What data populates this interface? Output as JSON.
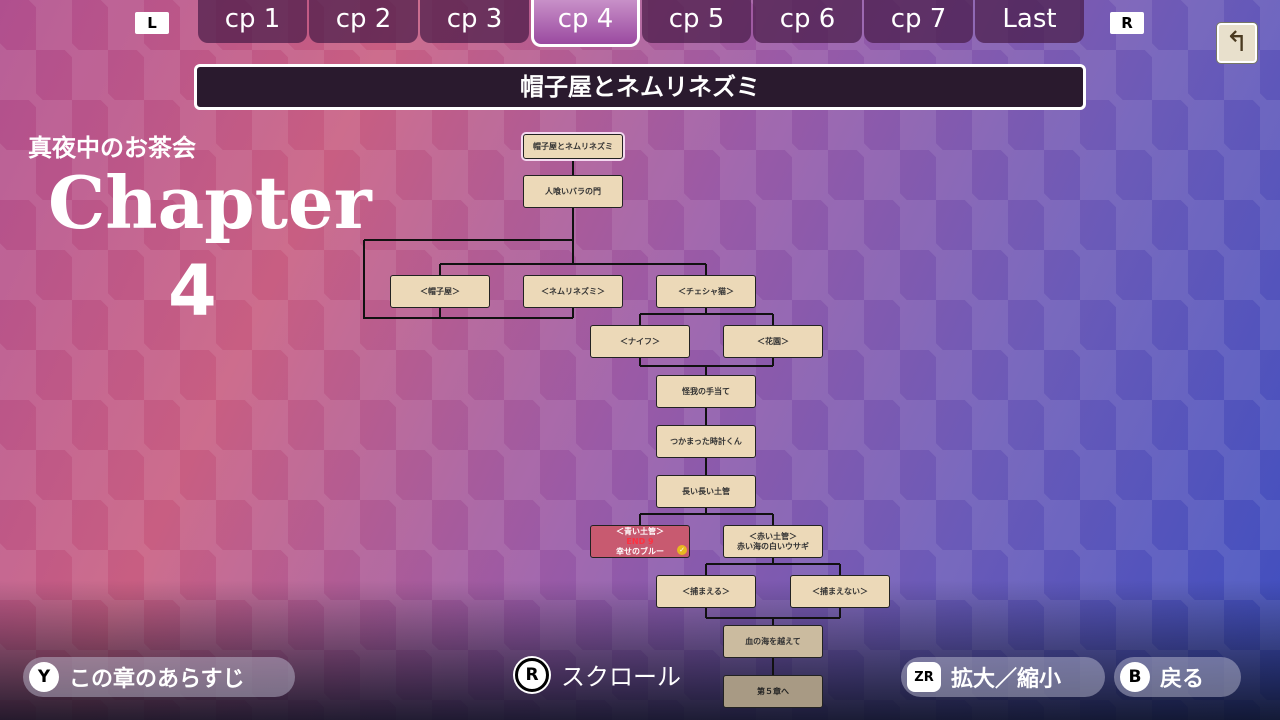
{
  "tabs": {
    "l_button": "L",
    "r_button": "R",
    "items": [
      "cp 1",
      "cp 2",
      "cp 3",
      "cp 4",
      "cp 5",
      "cp 6",
      "cp 7",
      "Last"
    ],
    "active_index": 3
  },
  "back_icon": "return-arrow-icon",
  "back_glyph": "↰",
  "title": "帽子屋とネムリネズミ",
  "chapter": {
    "subtitle": "真夜中のお茶会",
    "label": "Chapter",
    "number": "4"
  },
  "nodes": {
    "n0": "帽子屋とネムリネズミ",
    "n1": "人喰いバラの門",
    "n2": "＜帽子屋＞",
    "n3": "＜ネムリネズミ＞",
    "n4": "＜チェシャ猫＞",
    "n5": "＜ナイフ＞",
    "n6": "＜花園＞",
    "n7": "怪我の手当て",
    "n8": "つかまった時計くん",
    "n9": "長い長い土管",
    "n10": {
      "choice": "＜青い土管＞",
      "end": "END 9",
      "name": "幸せのブルー",
      "cleared": true
    },
    "n11": {
      "choice": "＜赤い土管＞",
      "name": "赤い海の白いウサギ"
    },
    "n12": "＜捕まえる＞",
    "n13": "＜捕まえない＞",
    "n14": "血の海を越えて",
    "n15": "第５章へ"
  },
  "footer": {
    "synopsis_key": "Y",
    "synopsis": "この章のあらすじ",
    "scroll_key": "R",
    "scroll": "スクロール",
    "zoom_key": "ZR",
    "zoom": "拡大／縮小",
    "back_key": "B",
    "back": "戻る"
  }
}
